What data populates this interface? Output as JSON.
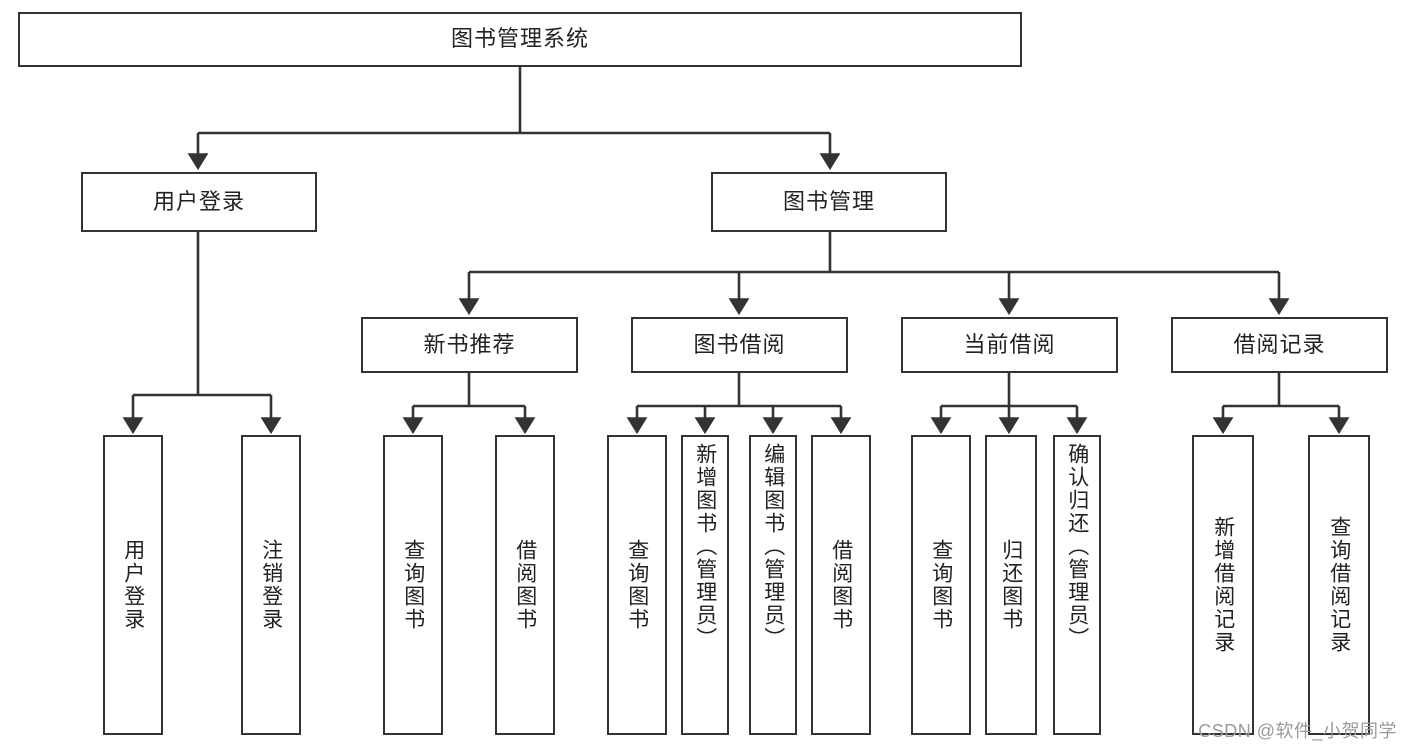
{
  "diagram": {
    "type": "tree",
    "title": "图书管理系统",
    "watermark": "CSDN @软件_小贺同学",
    "colors": {
      "stroke": "#333333",
      "fill": "#ffffff",
      "text": "#222222",
      "watermark": "#9a9a9a"
    },
    "root": {
      "label": "图书管理系统"
    },
    "level2": [
      {
        "label": "用户登录"
      },
      {
        "label": "图书管理"
      }
    ],
    "level3": [
      {
        "label": "新书推荐"
      },
      {
        "label": "图书借阅"
      },
      {
        "label": "当前借阅"
      },
      {
        "label": "借阅记录"
      }
    ],
    "leaves": {
      "user_login": [
        {
          "label": "用户登录"
        },
        {
          "label": "注销登录"
        }
      ],
      "new_book": [
        {
          "label": "查询图书"
        },
        {
          "label": "借阅图书"
        }
      ],
      "book_borrow": [
        {
          "label": "查询图书"
        },
        {
          "label": "新增图书（管理员）"
        },
        {
          "label": "编辑图书（管理员）"
        },
        {
          "label": "借阅图书"
        }
      ],
      "current_borrow": [
        {
          "label": "查询图书"
        },
        {
          "label": "归还图书"
        },
        {
          "label": "确认归还（管理员）"
        }
      ],
      "borrow_record": [
        {
          "label": "新增借阅记录"
        },
        {
          "label": "查询借阅记录"
        }
      ]
    }
  }
}
